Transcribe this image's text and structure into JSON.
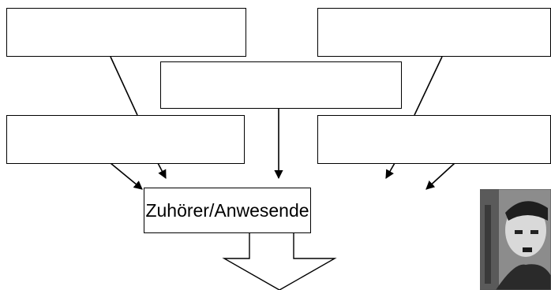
{
  "diagram": {
    "center_label": "Zuhörer/Anwesende",
    "empty_boxes": [
      {
        "id": "top-left",
        "text": ""
      },
      {
        "id": "top-right",
        "text": ""
      },
      {
        "id": "middle-center",
        "text": ""
      },
      {
        "id": "middle-left",
        "text": ""
      },
      {
        "id": "middle-right",
        "text": ""
      }
    ],
    "line_color": "#000000",
    "box_border_color": "#000000"
  },
  "photo": {
    "description_icon": "portrait-photo",
    "tone": "grayscale"
  }
}
